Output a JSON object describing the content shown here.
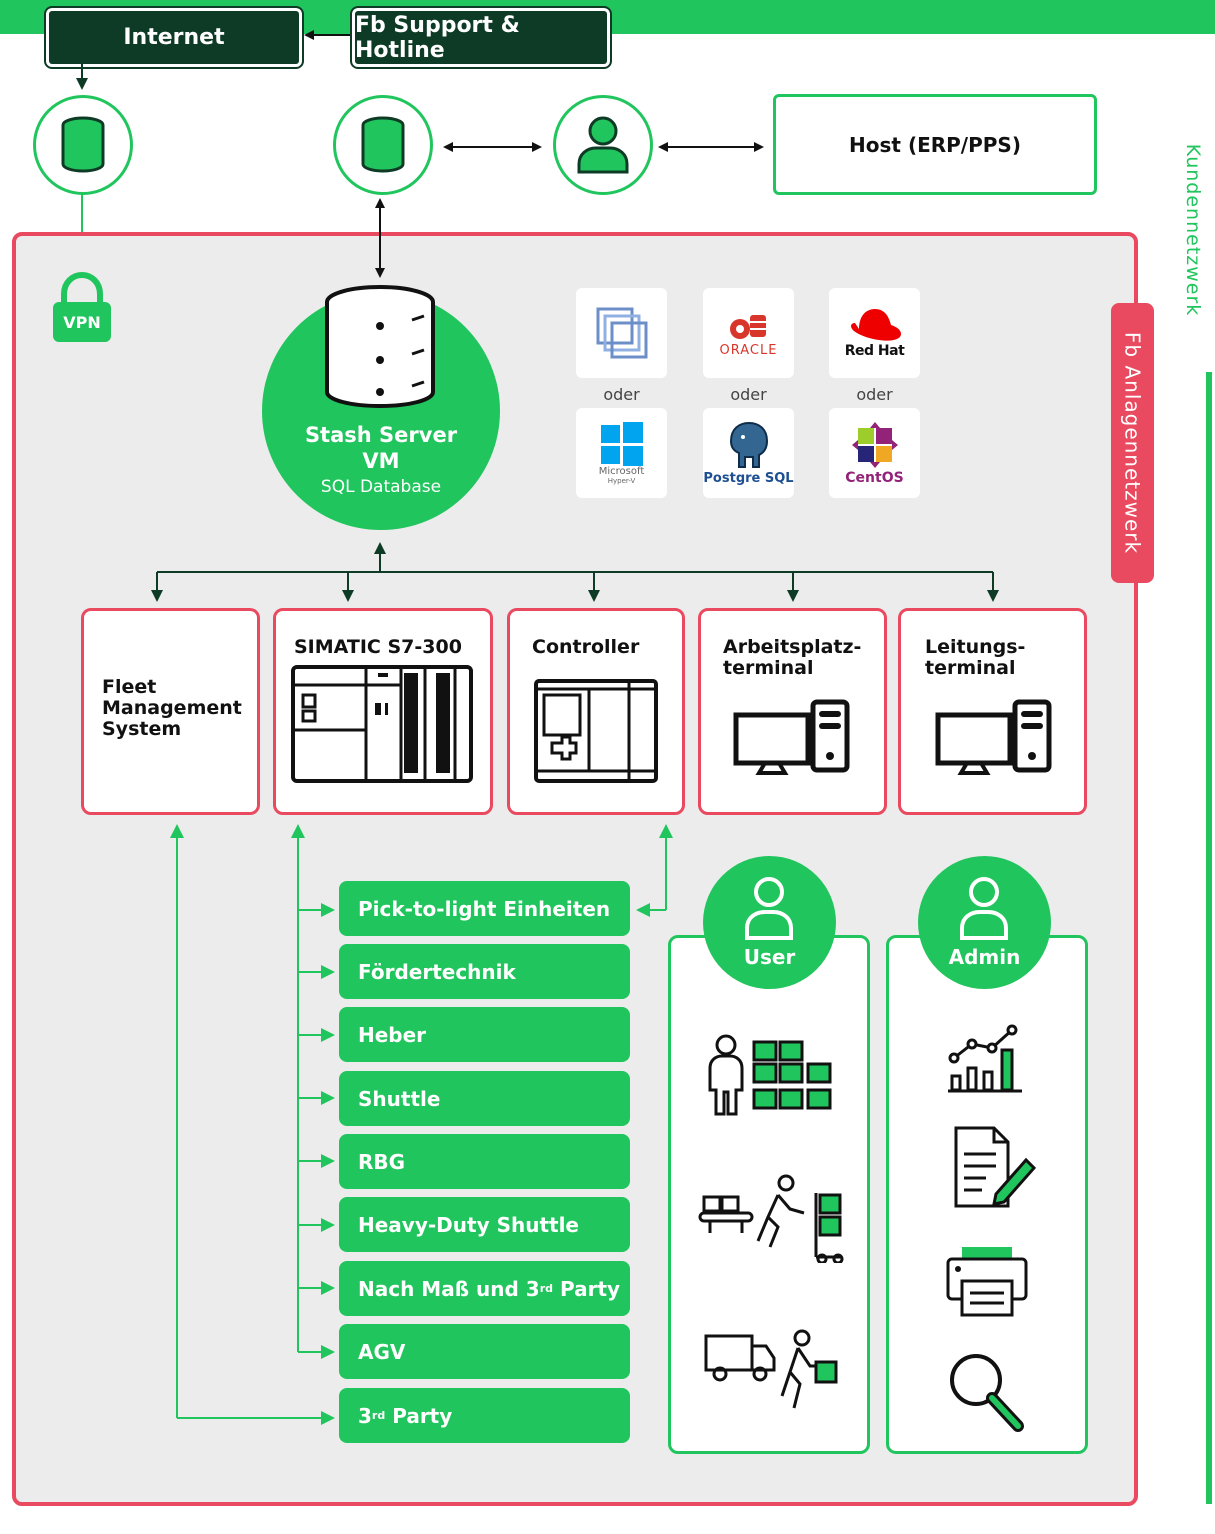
{
  "top": {
    "internet_label": "Internet",
    "support_label": "Fb Support & Hotline",
    "host_label": "Host (ERP/PPS)",
    "vpn_label": "VPN"
  },
  "sidebar": {
    "kundennetz_label": "Kundennetzwerk",
    "anlagennetz_label": "Fb Anlagennetzwerk"
  },
  "server": {
    "title_line1": "Stash Server",
    "title_line2": "VM",
    "subtitle": "SQL Database"
  },
  "platforms": {
    "oder_label": "oder",
    "vmware_label": "",
    "oracle_label": "ORACLE",
    "redhat_label": "Red Hat",
    "hyperv_label": "Microsoft",
    "hyperv_sub": "Hyper-V",
    "postgres_label": "Postgre SQL",
    "centos_label": "CentOS"
  },
  "systems": [
    {
      "id": "fleet",
      "title": "Fleet\nManagement\nSystem"
    },
    {
      "id": "simatic",
      "title": "SIMATIC S7-300"
    },
    {
      "id": "controller",
      "title": "Controller"
    },
    {
      "id": "arbeitsplatz",
      "title": "Arbeitsplatz-\nterminal"
    },
    {
      "id": "leitung",
      "title": "Leitungs-\nterminal"
    }
  ],
  "devices": [
    {
      "label": "Pick-to-light Einheiten"
    },
    {
      "label": "Fördertechnik"
    },
    {
      "label": "Heber"
    },
    {
      "label": "Shuttle"
    },
    {
      "label": "RBG"
    },
    {
      "label": "Heavy-Duty Shuttle"
    },
    {
      "label": "Nach Maß und 3",
      "sup": "rd",
      "after": " Party"
    },
    {
      "label": "AGV"
    },
    {
      "label": "3",
      "sup": "rd",
      "after": " Party"
    }
  ],
  "roles": {
    "user_label": "User",
    "admin_label": "Admin"
  },
  "colors": {
    "green": "#21c55d",
    "dark_green": "#0e3b26",
    "red": "#e94a5f",
    "panel_bg": "#ececec"
  }
}
